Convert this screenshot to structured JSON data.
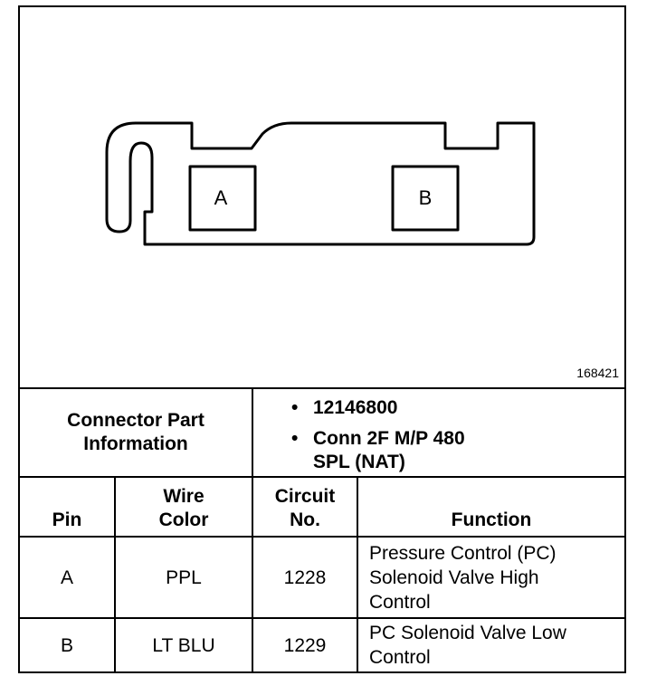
{
  "diagram": {
    "pins": [
      "A",
      "B"
    ],
    "figure_number": "168421"
  },
  "connector_info": {
    "label": "Connector Part Information",
    "items": [
      "12146800",
      "Conn 2F M/P 480",
      "SPL (NAT)"
    ]
  },
  "table": {
    "headers": {
      "pin": "Pin",
      "wire_color_1": "Wire",
      "wire_color_2": "Color",
      "circuit_1": "Circuit",
      "circuit_2": "No.",
      "function": "Function"
    },
    "rows": [
      {
        "pin": "A",
        "wire_color": "PPL",
        "circuit": "1228",
        "function_lines": [
          "Pressure Control (PC)",
          "Solenoid Valve High",
          "Control"
        ]
      },
      {
        "pin": "B",
        "wire_color": "LT BLU",
        "circuit": "1229",
        "function_lines": [
          "PC Solenoid Valve Low",
          "Control"
        ]
      }
    ]
  }
}
